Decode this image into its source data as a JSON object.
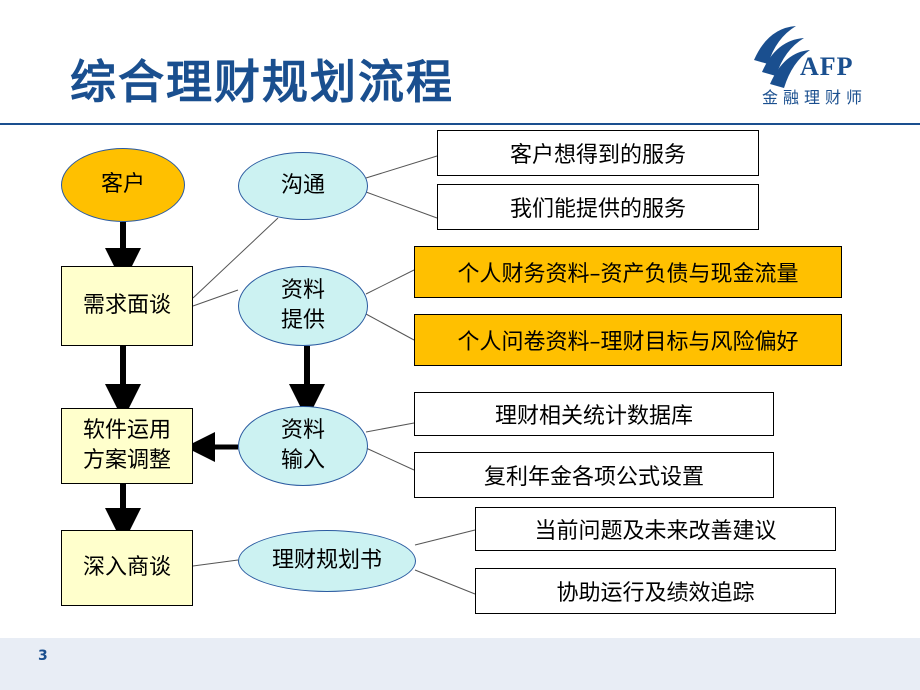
{
  "title": "综合理财规划流程",
  "logo": {
    "brand": "AFP",
    "subtitle": "金融理财师",
    "brand_color": "#1a4f8f"
  },
  "flow": {
    "customer": "客户",
    "needs_interview": "需求面谈",
    "software_plan": "软件运用\n方案调整",
    "deep_discussion": "深入商谈"
  },
  "hubs": {
    "communicate": "沟通",
    "data_provide": "资料\n提供",
    "data_input": "资料\n输入",
    "plan_book": "理财规划书"
  },
  "items": {
    "customer_wants": "客户想得到的服务",
    "we_provide": "我们能提供的服务",
    "personal_finance": "个人财务资料–资产负债与现金流量",
    "questionnaire": "个人问卷资料–理财目标与风险偏好",
    "stats_db": "理财相关统计数据库",
    "formula_setup": "复利年金各项公式设置",
    "current_issues": "当前问题及未来改善建议",
    "assist_tracking": "协助运行及绩效追踪"
  },
  "page_number": "3",
  "colors": {
    "gold": "#ffc000",
    "cream": "#ffffcc",
    "cyan": "#ccf2f2",
    "accent": "#1a4f8f"
  }
}
